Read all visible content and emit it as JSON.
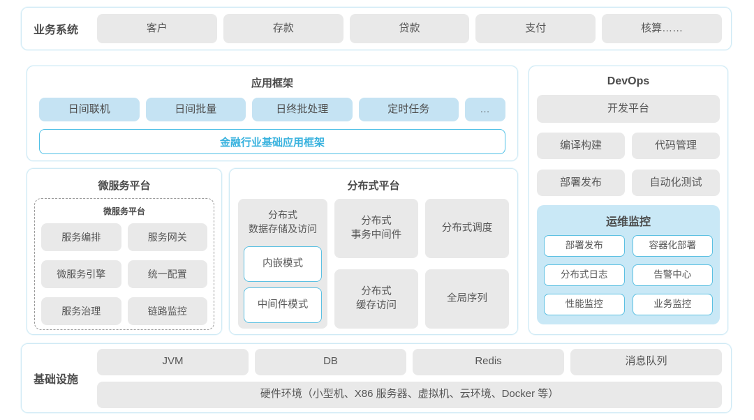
{
  "colors": {
    "section_border": "#cfeaf5",
    "chip_gray": "#e9e9e9",
    "chip_blue": "#c5e3f3",
    "monitor_panel_bg": "#c9e8f6",
    "teal_accent": "#38b2de",
    "teal_border": "#5cc0e2",
    "text": "#4d4d4d"
  },
  "business_row": {
    "label": "业务系统",
    "items": [
      "客户",
      "存款",
      "贷款",
      "支付",
      "核算……"
    ]
  },
  "app_framework": {
    "title": "应用框架",
    "chips": [
      "日间联机",
      "日间批量",
      "日终批处理",
      "定时任务",
      "..."
    ],
    "base_framework": "金融行业基础应用框架"
  },
  "microservice": {
    "title": "微服务平台",
    "inner_title": "微服务平台",
    "items": [
      "服务编排",
      "服务网关",
      "微服务引擎",
      "统一配置",
      "服务治理",
      "链路监控"
    ]
  },
  "distributed": {
    "title": "分布式平台",
    "storage_title": "分布式\n数据存储及访问",
    "storage_modes": [
      "内嵌模式",
      "中间件模式"
    ],
    "middle_cells": [
      "分布式\n事务中间件",
      "分布式\n缓存访问"
    ],
    "right_cells": [
      "分布式调度",
      "全局序列"
    ]
  },
  "devops": {
    "title": "DevOps",
    "platform": "开发平台",
    "tools": [
      "编译构建",
      "代码管理",
      "部署发布",
      "自动化测试"
    ],
    "monitoring": {
      "title": "运维监控",
      "items": [
        "部署发布",
        "容器化部署",
        "分布式日志",
        "告警中心",
        "性能监控",
        "业务监控"
      ]
    }
  },
  "infrastructure": {
    "label": "基础设施",
    "items": [
      "JVM",
      "DB",
      "Redis",
      "消息队列"
    ],
    "hardware": "硬件环境（小型机、X86 服务器、虚拟机、云环境、Docker 等）"
  }
}
